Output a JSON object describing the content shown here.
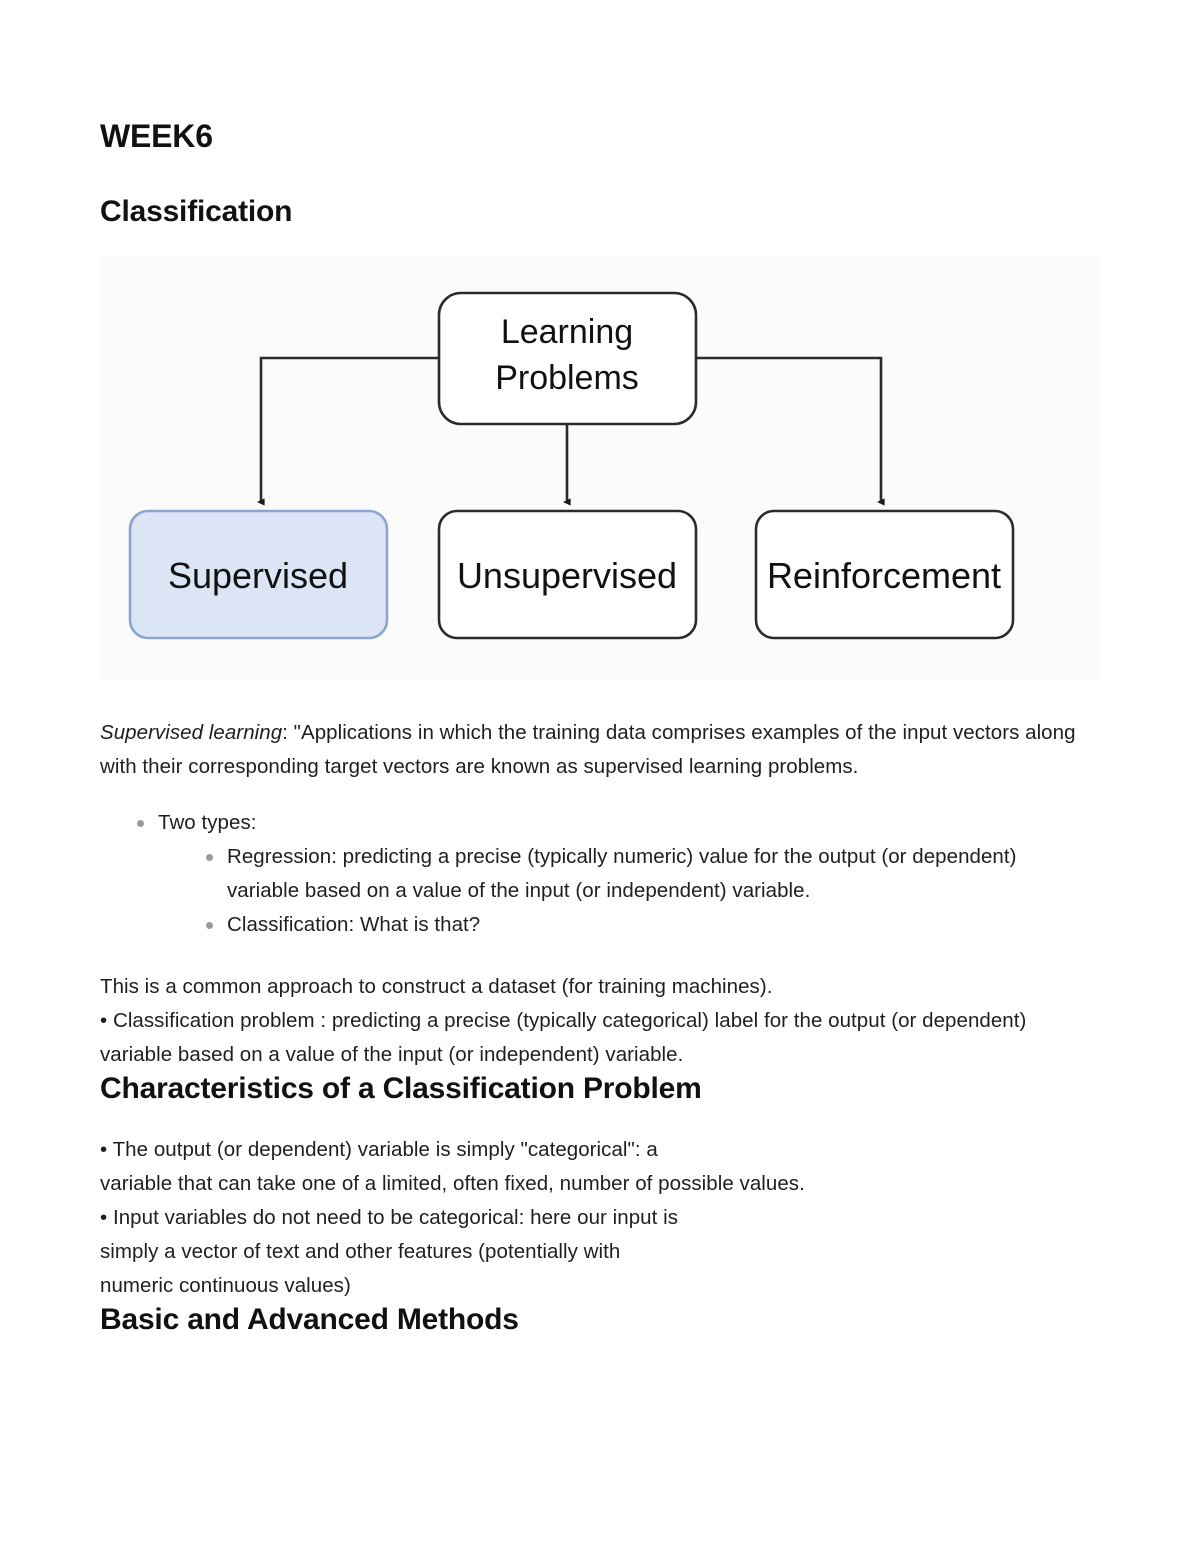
{
  "document": {
    "title": "WEEK6",
    "heading_classification": "Classification",
    "heading_characteristics": "Characteristics of a Classification Problem",
    "heading_methods": "Basic and Advanced Methods"
  },
  "diagram": {
    "name": "learning-problems-taxonomy",
    "root": {
      "label_line1": "Learning",
      "label_line2": "Problems"
    },
    "children": [
      {
        "label": "Supervised",
        "fill": "#dce5f5",
        "stroke": "#8ba4d0",
        "highlighted": true
      },
      {
        "label": "Unsupervised",
        "fill": "#ffffff",
        "stroke": "#2b2b2b",
        "highlighted": false
      },
      {
        "label": "Reinforcement",
        "fill": "#ffffff",
        "stroke": "#2b2b2b",
        "highlighted": false
      }
    ]
  },
  "body": {
    "supervised_label": "Supervised learning",
    "supervised_quote": ": \"Applications in which the training data comprises examples of the input vectors along with their corresponding target vectors are known as supervised learning problems.",
    "list": {
      "item_two_types": "Two types:",
      "sub_regression": "Regression: predicting a precise (typically numeric) value for the output (or dependent) variable based on a value of the input (or independent) variable.",
      "sub_classification": "Classification: What is that?"
    },
    "common_approach": "This is a common approach to construct a dataset (for training machines).",
    "classification_problem": "• Classification problem : predicting a precise (typically categorical) label for the output (or dependent) variable based on a value of the input (or independent) variable.",
    "characteristics": {
      "line1": "• The output (or dependent) variable is simply \"categorical\": a",
      "line2": "variable that can take one of a limited, often fixed, number of possible values.",
      "line3": "• Input variables do not need to be categorical: here our input is",
      "line4": "simply a vector of text and other features (potentially with",
      "line5": "numeric continuous values)"
    }
  }
}
